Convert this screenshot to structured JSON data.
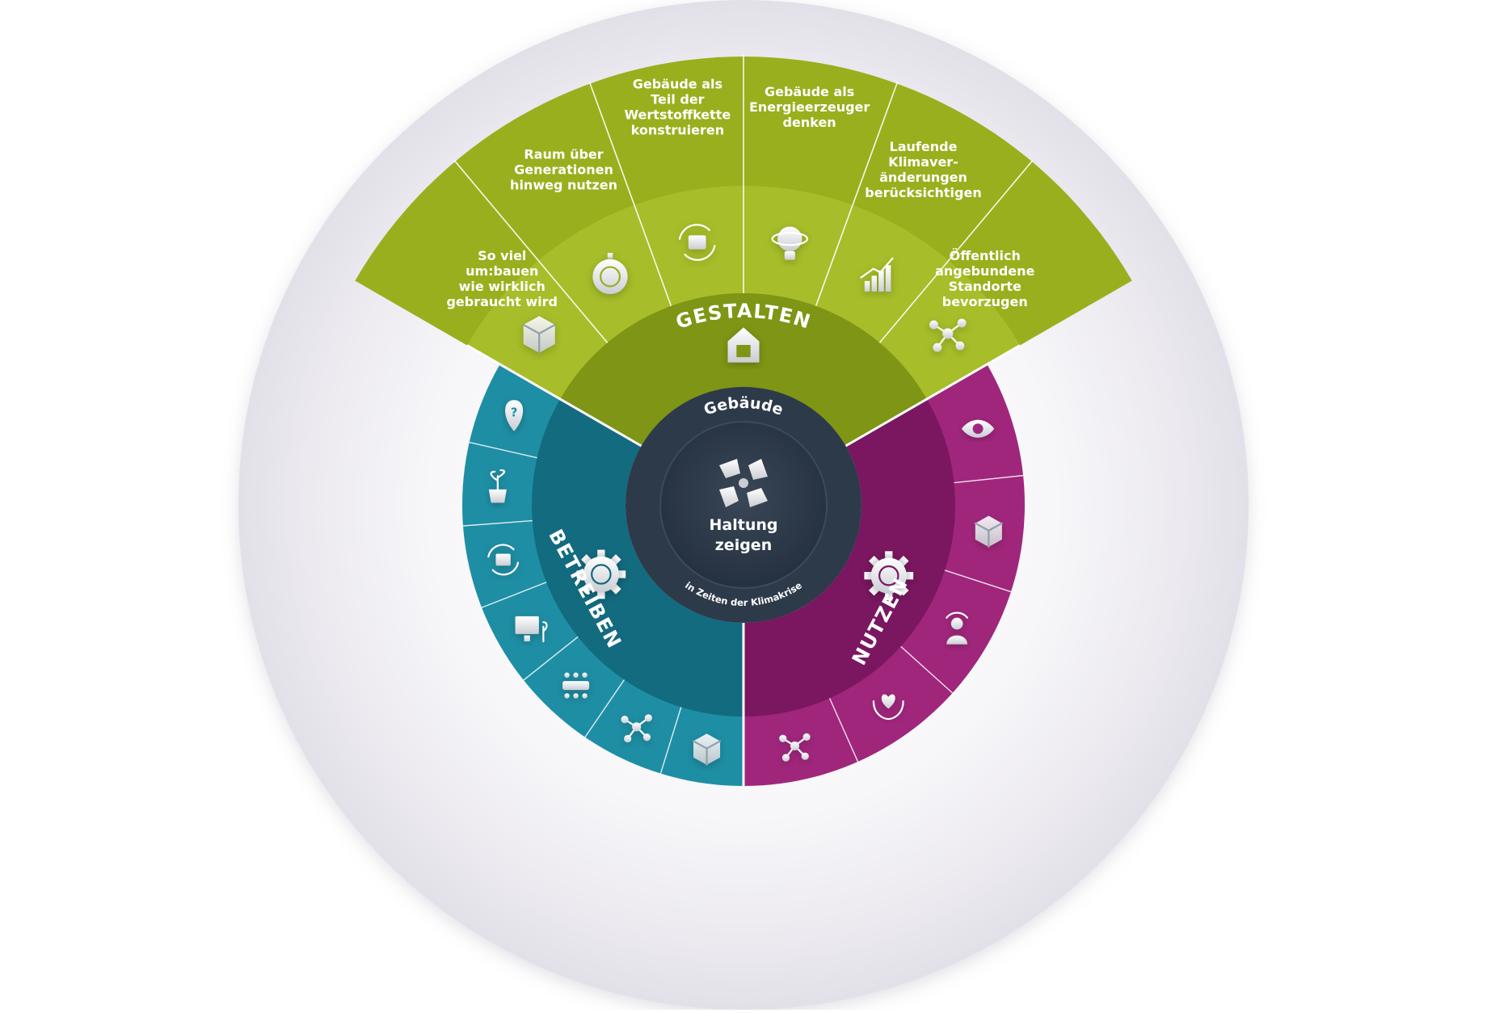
{
  "colors": {
    "gestalten": "#9aaf1d",
    "gestalten_dark": "#7e9515",
    "gestalten_mid": "#a9bf2c",
    "betreiben": "#1e8ea4",
    "betreiben_dark": "#136b80",
    "nutzen": "#a0267c",
    "nutzen_dark": "#7a1760",
    "core": "#2d3a4a",
    "core_inner": "#34404f",
    "halo": "#e9e7ee"
  },
  "center": {
    "top_label": "Gebäude",
    "title_line1": "Haltung",
    "title_line2": "zeigen",
    "bottom_label": "in Zeiten der Klimakrise",
    "icon": "hands-circle-icon"
  },
  "sectors": {
    "gestalten": {
      "label": "GESTALTEN",
      "icon": "building-icon",
      "petals": [
        {
          "lines": [
            "So viel",
            "um:bauen",
            "wie wirklich",
            "gebraucht wird"
          ],
          "icon": "cube-icon"
        },
        {
          "lines": [
            "Raum über",
            "Generationen",
            "hinweg nutzen"
          ],
          "icon": "stopwatch-icon"
        },
        {
          "lines": [
            "Gebäude als",
            "Teil der",
            "Wertstoffkette",
            "konstruieren"
          ],
          "icon": "recycle-block-icon"
        },
        {
          "lines": [
            "Gebäude als",
            "Energieerzeuger",
            "denken"
          ],
          "icon": "lightbulb-globe-icon"
        },
        {
          "lines": [
            "Laufende",
            "Klimaver-",
            "änderungen",
            "berücksichtigen"
          ],
          "icon": "trend-chart-icon"
        },
        {
          "lines": [
            "Öffentlich",
            "angebundene",
            "Standorte",
            "bevorzugen"
          ],
          "icon": "network-icon"
        }
      ]
    },
    "betreiben": {
      "label": "BETREIBEN",
      "icon": "gear-icon",
      "segments": [
        {
          "icon": "location-question-icon"
        },
        {
          "icon": "plant-pot-icon"
        },
        {
          "icon": "recycle-bin-icon"
        },
        {
          "icon": "monitor-plant-icon"
        },
        {
          "icon": "conference-table-icon"
        },
        {
          "icon": "network-nodes-icon"
        },
        {
          "icon": "glass-cube-icon"
        }
      ]
    },
    "nutzen": {
      "label": "NUTZEN",
      "icon": "head-mind-icon",
      "segments": [
        {
          "icon": "eye-icon"
        },
        {
          "icon": "box-3d-icon"
        },
        {
          "icon": "person-signal-icon"
        },
        {
          "icon": "hands-heart-icon"
        },
        {
          "icon": "molecule-icon"
        }
      ]
    }
  }
}
